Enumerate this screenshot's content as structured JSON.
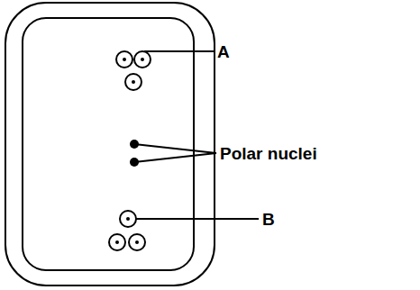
{
  "diagram": {
    "labels": [
      "A",
      "Polar nuclei",
      "B"
    ]
  }
}
